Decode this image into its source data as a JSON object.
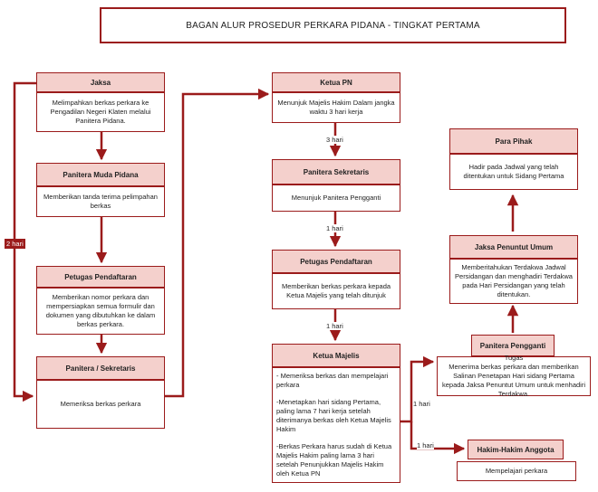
{
  "title": "BAGAN ALUR PROSEDUR PERKARA PIDANA - TINGKAT PERTAMA",
  "colors": {
    "accent": "#9b1b1b",
    "header_fill": "#f4d0cc"
  },
  "nodes": {
    "jaksa": {
      "title": "Jaksa",
      "body": "Melimpahkan berkas perkara ke Pengadilan Negeri Klaten melalui Panitera Pidana."
    },
    "panitera_muda": {
      "title": "Panitera Muda Pidana",
      "body": "Memberikan tanda terima pelimpahan berkas"
    },
    "petugas_pendaftaran_1": {
      "title": "Petugas Pendaftaran",
      "body": "Memberikan nomor perkara dan mempersiapkan semua formulir dan dokumen yang dibutuhkan ke dalam berkas perkara."
    },
    "panitera_sekretaris_1": {
      "title": "Panitera / Sekretaris",
      "body": "Memeriksa berkas perkara"
    },
    "ketua_pn": {
      "title": "Ketua PN",
      "body": "Menunjuk Majelis Hakim Dalam jangka waktu 3 hari kerja"
    },
    "panitera_sekretaris_2": {
      "title": "Panitera Sekretaris",
      "body": "Menunjuk Panitera Pengganti"
    },
    "petugas_pendaftaran_2": {
      "title": "Petugas Pendaftaran",
      "body": "Memberikan berkas perkara kepada Ketua Majelis yang telah ditunjuk"
    },
    "ketua_majelis": {
      "title": "Ketua Majelis",
      "body_1": "- Memeriksa berkas dan mempelajari perkara",
      "body_2": "-Menetapkan hari sidang Pertama, paling lama 7 hari kerja setelah diterimanya berkas oleh Ketua Majelis Hakim",
      "body_3": "-Berkas Perkara harus sudah di Ketua Majelis Hakim paling lama 3 hari setelah Penunjukkan Majelis Hakim oleh Ketua PN"
    },
    "para_pihak": {
      "title": "Para Pihak",
      "body": "Hadir pada Jadwal yang telah ditentukan untuk Sidang Pertama"
    },
    "jaksa_penuntut": {
      "title": "Jaksa Penuntut Umum",
      "body": "Memberitahukan Terdakwa Jadwal Persidangan dan menghadiri Terdakwa pada Hari Persidangan yang telah ditentukan."
    },
    "panitera_pengganti": {
      "title": "Panitera Pengganti",
      "body_title": "Tugas",
      "body": "Menerima berkas perkara dan memberikan Salinan Penetapan Hari sidang Pertama kepada Jaksa Penuntut Umum untuk menhadiri Terdakwa."
    },
    "hakim_anggota": {
      "title": "Hakim-Hakim Anggota",
      "body": "Mempelajari perkara"
    }
  },
  "edge_labels": {
    "two_days": "2 hari",
    "three_days": "3 hari",
    "one_day_a": "1 hari",
    "one_day_b": "1 hari",
    "one_day_c": "1 hari",
    "one_day_d": "1 hari"
  }
}
